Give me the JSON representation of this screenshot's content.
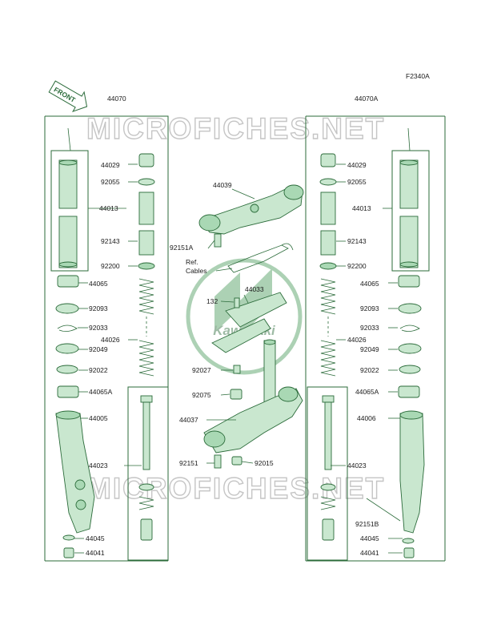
{
  "figure_code": "F2340A",
  "front_label": "FRONT",
  "watermark": "MICROFICHES.NET",
  "logo_text": "Kawasaki",
  "left_assembly": "44070",
  "right_assembly": "44070A",
  "left_parts": [
    "44029",
    "92055",
    "44013",
    "92143",
    "92200",
    "44065",
    "92093",
    "92033",
    "44026",
    "92049",
    "92022",
    "44065A",
    "44005",
    "44023",
    "44045",
    "44041"
  ],
  "right_parts": [
    "44029",
    "92055",
    "44013",
    "92143",
    "92200",
    "44065",
    "92093",
    "92033",
    "44026",
    "92049",
    "92022",
    "44065A",
    "44006",
    "44023",
    "92151B",
    "44045",
    "44041"
  ],
  "center_parts": {
    "upper_bracket": "44039",
    "bracket_bolt": "92151A",
    "ref_cables_line1": "Ref.",
    "ref_cables_line2": "Cables",
    "cover": "44033",
    "cover_bolt": "132",
    "cover_nut": "92027",
    "stem_nut": "92075",
    "lower_bracket": "44037",
    "lower_bolt": "92151",
    "lower_nut": "92015"
  }
}
